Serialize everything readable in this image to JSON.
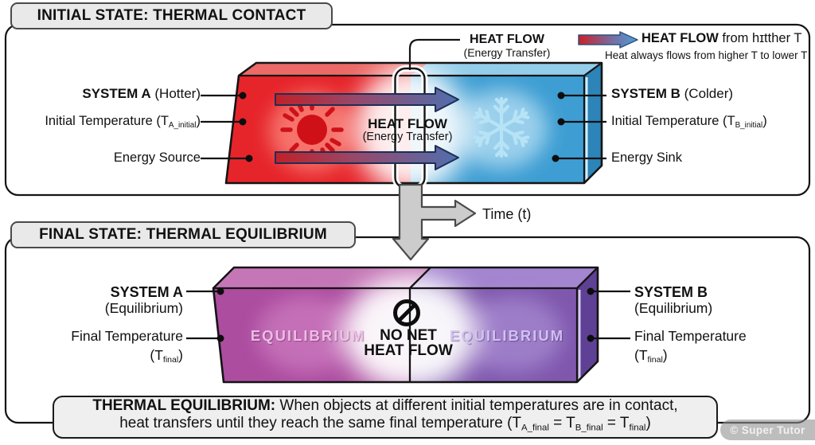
{
  "panel_initial": {
    "title": "INITIAL STATE: THERMAL CONTACT",
    "callout": {
      "heat_flow": "HEAT FLOW",
      "energy_transfer": "(Energy Transfer)"
    },
    "labels_left": {
      "system": "SYSTEM A",
      "system_qualifier": " (Hotter)",
      "temp_pre": "Initial Temperature (T",
      "temp_sub": "A_initial",
      "temp_post": ")",
      "energy": "Energy Source"
    },
    "labels_right": {
      "system": "SYSTEM B",
      "system_qualifier": " (Colder)",
      "temp_pre": "Initial Temperature (T",
      "temp_sub": "B_initial",
      "temp_post": ")",
      "energy": "Energy Sink"
    },
    "center": {
      "heat_flow": "HEAT FLOW",
      "energy_transfer": "(Energy Transfer)"
    }
  },
  "legend": {
    "heat_flow_bold": "HEAT FLOW",
    "heat_flow_rest": " from hɪtther T",
    "subtitle": "Heat always flows from higher T to lower T"
  },
  "transition": {
    "time_label": "Time (t)"
  },
  "panel_final": {
    "title": "FINAL STATE: THERMAL EQUILIBRIUM",
    "labels_left": {
      "system": "SYSTEM A",
      "qualifier": "(Equilibrium)",
      "temp": "Final Temperature",
      "temp_pre": "(T",
      "temp_sub": "final",
      "temp_post": ")"
    },
    "labels_right": {
      "system": "SYSTEM B",
      "qualifier": "(Equilibrium)",
      "temp": "Final Temperature",
      "temp_pre": "(T",
      "temp_sub": "final",
      "temp_post": ")"
    },
    "block_left_text": "EQUILIBRIUM",
    "block_right_text": "EQUILIBRIUM",
    "center": {
      "line1": "NO NET",
      "line2": "HEAT FLOW"
    }
  },
  "caption": {
    "bold": "THERMAL EQUILIBRIUM:",
    "line1_rest": " When objects at different initial temperatures are in contact,",
    "line2_p0": "heat transfers until they reach the same final temperature (T",
    "line2_s0": "A_final",
    "line2_p1": " = T",
    "line2_s1": "B_final",
    "line2_p2": " = T",
    "line2_s2": "final",
    "line2_p3": ")"
  },
  "watermark": "© Super Tutor",
  "colors": {
    "hot_red": "#e6252b",
    "hot_red_top": "#ec6a68",
    "cold_blue": "#3e9ed3",
    "cold_blue_top": "#93cdea",
    "cold_blue_side": "#2c84b8",
    "equilibrium_magenta": "#ad4da0",
    "equilibrium_magenta_top": "#c476b6",
    "equilibrium_purple": "#7f58ae",
    "equilibrium_purple_top": "#a485d0",
    "equilibrium_purple_side": "#5e4195",
    "arrow_gray": "#cccccc",
    "panel_border": "#141414",
    "titlebox_bg": "#e9e9e9"
  }
}
